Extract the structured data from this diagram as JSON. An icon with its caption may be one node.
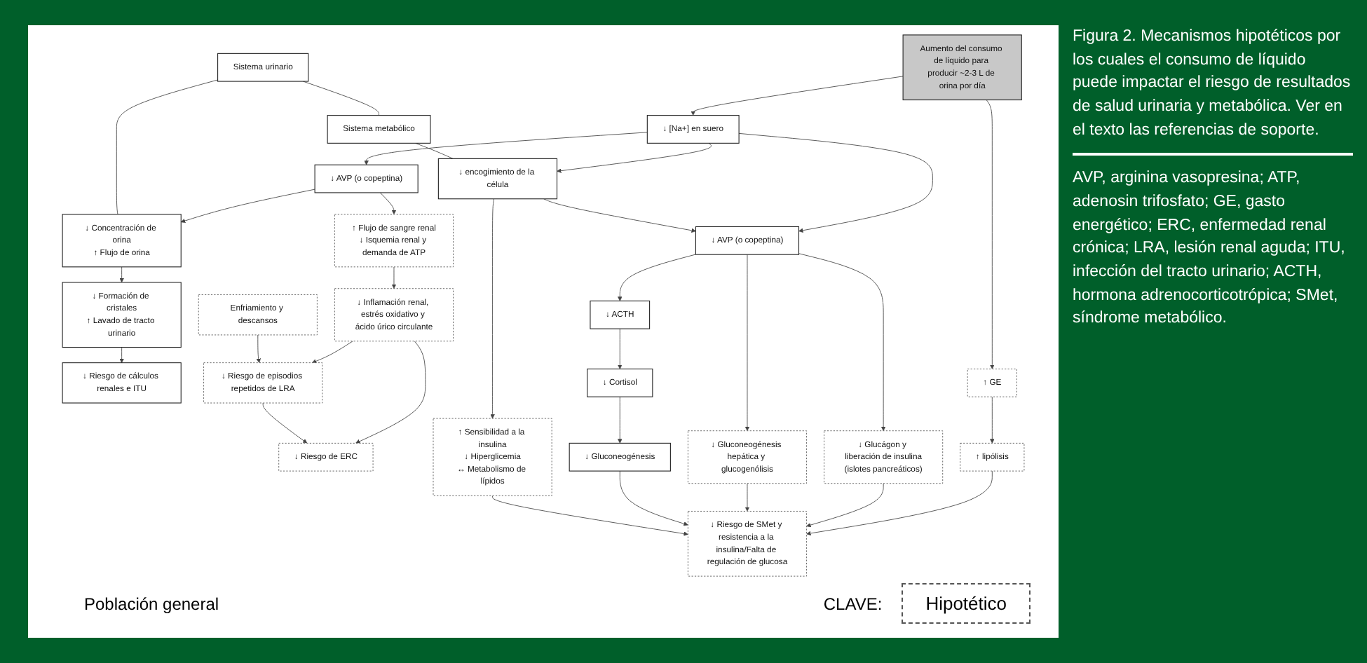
{
  "diagram": {
    "caption": "Figura 2. Mecanismos hipotéticos por los cuales el consumo de líquido puede impactar el riesgo de resultados de salud urinaria y metabólica. Ver en el texto las referencias de soporte.",
    "nodes": [
      {
        "text": [
          "Aumento del consumo de líquido para producir ~2-3 L de orina por día"
        ]
      },
      {
        "text": [
          "Sistema urinario"
        ]
      },
      {
        "text": [
          "Sistema metabólico"
        ]
      },
      {
        "text": [
          "↓ [Na+] en suero"
        ]
      },
      {
        "text": [
          "↓ Concentración de orina",
          "↑ Flujo de orina"
        ]
      },
      {
        "text": [
          "↓ AVP (o copeptina)"
        ]
      },
      {
        "text": [
          "↑ Flujo de sangre renal",
          "↓ Isquemia renal y demanda de ATP"
        ]
      },
      {
        "text": [
          "↑ GE"
        ]
      },
      {
        "text": [
          "↓ AVP (o copeptina)"
        ]
      },
      {
        "text": [
          "↓ encogimiento de la célula"
        ]
      },
      {
        "text": [
          "↑ lipólisis"
        ]
      },
      {
        "text": [
          "↓ Formación de cristales",
          "↑ Lavado de tracto urinario"
        ]
      },
      {
        "text": [
          "↓ Inflamación renal, estrés oxidativo y ácido úrico circulante"
        ]
      },
      {
        "text": [
          "Enfriamiento y descansos"
        ]
      },
      {
        "text": [
          "↓ Glucágon y liberación de insulina",
          "(islotes pancreáticos)"
        ]
      },
      {
        "text": [
          "↓ Gluconeogénesis hepática y glucogenólisis"
        ]
      },
      {
        "text": [
          "↓ ACTH"
        ]
      },
      {
        "text": [
          "↑ Sensibilidad a la insulina",
          "↓ Hiperglicemia",
          "↔ Metabolismo de lípidos"
        ]
      },
      {
        "text": [
          "↓ Riesgo de episodios repetidos de LRA"
        ]
      },
      {
        "text": [
          "↓ Cortisol"
        ]
      },
      {
        "text": [
          "↓ Riesgo de cálculos renales e ITU"
        ]
      },
      {
        "text": [
          "↓ Gluconeogénesis"
        ]
      },
      {
        "text": [
          "↓ Riesgo de ERC"
        ]
      },
      {
        "text": [
          "↓ Riesgo de SMet y resistencia a la insulina/Falta de regulación de glucosa"
        ]
      }
    ],
    "edges": [
      {
        "from": 0,
        "to": 3,
        "arrow": "to"
      },
      {
        "from": 0,
        "to": 7,
        "arrow": "to"
      },
      {
        "from": 3,
        "to": 5,
        "arrow": "to"
      },
      {
        "from": 3,
        "to": 8,
        "arrow": "to"
      },
      {
        "from": 3,
        "to": 9,
        "arrow": "to"
      },
      {
        "from": 5,
        "to": 4,
        "arrow": "to"
      },
      {
        "from": 5,
        "to": 6,
        "arrow": "to"
      },
      {
        "from": 4,
        "to": 11,
        "arrow": "to"
      },
      {
        "from": 11,
        "to": 20,
        "arrow": "to"
      },
      {
        "from": 6,
        "to": 12,
        "arrow": "to"
      },
      {
        "from": 12,
        "to": 18,
        "arrow": "to"
      },
      {
        "from": 13,
        "to": 18,
        "arrow": "to"
      },
      {
        "from": 12,
        "to": 22,
        "arrow": "to"
      },
      {
        "from": 18,
        "to": 22,
        "arrow": "to"
      },
      {
        "from": 7,
        "to": 10,
        "arrow": "to"
      },
      {
        "from": 9,
        "to": 8,
        "arrow": "to"
      },
      {
        "from": 8,
        "to": 14,
        "arrow": "to"
      },
      {
        "from": 8,
        "to": 15,
        "arrow": "to"
      },
      {
        "from": 8,
        "to": 16,
        "arrow": "to"
      },
      {
        "from": 16,
        "to": 19,
        "arrow": "to"
      },
      {
        "from": 19,
        "to": 21,
        "arrow": "to"
      },
      {
        "from": 9,
        "to": 17,
        "arrow": "to"
      },
      {
        "from": 10,
        "to": 23,
        "arrow": "to"
      },
      {
        "from": 14,
        "to": 23,
        "arrow": "to"
      },
      {
        "from": 15,
        "to": 23,
        "arrow": "to"
      },
      {
        "from": 21,
        "to": 23,
        "arrow": "to"
      },
      {
        "from": 17,
        "to": 23,
        "arrow": "to"
      },
      {
        "from": 1,
        "to": 2,
        "arrow": "none"
      },
      {
        "from": 1,
        "to": 4,
        "arrow": "none"
      },
      {
        "from": 2,
        "to": 9,
        "arrow": "none"
      }
    ],
    "labels": [
      "Población general",
      "CLAVE:",
      "AVP, arginina vasopresina; ATP, adenosin trifosfato; GE, gasto energético; ERC, enfermedad renal crónica; LRA, lesión renal aguda; ITU, infección del tracto urinario; ACTH, hormona adrenocorticotrópica; SMet, síndrome metabólico."
    ],
    "legend": [
      {
        "text": "Hipotético"
      }
    ]
  }
}
